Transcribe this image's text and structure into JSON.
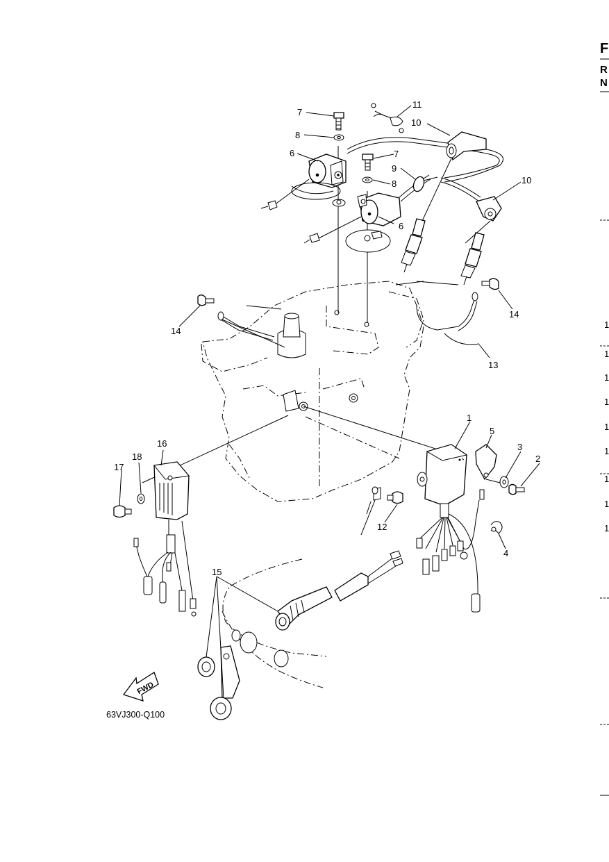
{
  "header": {
    "letters": [
      "F",
      "R",
      "N"
    ],
    "edge_numbers": [
      "1",
      "1",
      "1",
      "1",
      "1",
      "1",
      "1",
      "1",
      "1"
    ]
  },
  "diagram": {
    "drawing_code": "63VJ300-Q100",
    "fwd_label": "FWD",
    "callouts": [
      "1",
      "2",
      "3",
      "4",
      "5",
      "6",
      "6",
      "7",
      "7",
      "8",
      "8",
      "9",
      "10",
      "10",
      "11",
      "12",
      "13",
      "14",
      "14",
      "15",
      "16",
      "17",
      "18"
    ]
  }
}
